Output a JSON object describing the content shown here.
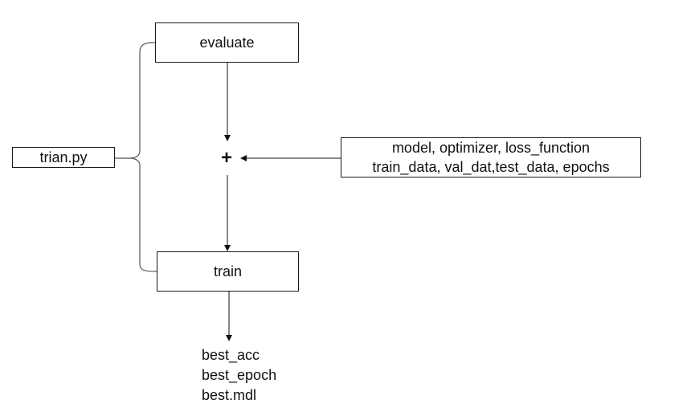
{
  "nodes": {
    "script": "trian.py",
    "evaluate": "evaluate",
    "train": "train",
    "combine_symbol": "+",
    "inputs": {
      "line1": "model, optimizer, loss_function",
      "line2": "train_data, val_dat,test_data, epochs"
    },
    "outputs": [
      "best_acc",
      "best_epoch",
      "best.mdl"
    ]
  },
  "edges": [
    {
      "from": "evaluate",
      "to": "combine"
    },
    {
      "from": "inputs",
      "to": "combine"
    },
    {
      "from": "combine",
      "to": "train"
    },
    {
      "from": "train",
      "to": "outputs"
    }
  ],
  "grouping": {
    "parent": "trian.py",
    "children": [
      "evaluate",
      "train"
    ],
    "style": "curly-brace"
  }
}
